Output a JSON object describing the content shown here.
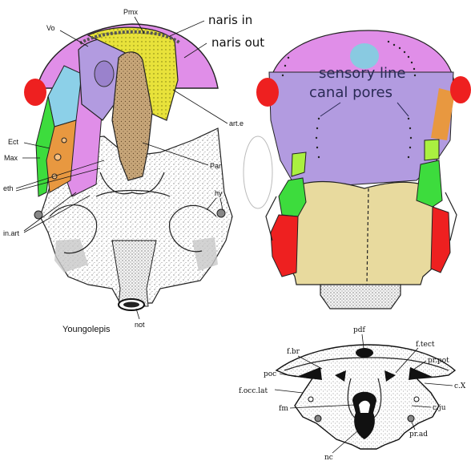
{
  "labels": {
    "left": {
      "pmx": "Pmx",
      "vo": "Vo",
      "ect": "Ect",
      "max": "Max",
      "eth": "eth",
      "in_art": "in.art",
      "art_e": "art.e",
      "par": "Par",
      "hy": "hy",
      "not": "not",
      "species": "Youngolepis"
    },
    "annotations": {
      "naris_in": "naris in",
      "naris_out": "naris out",
      "sensory_line_1": "sensory line",
      "sensory_line_2": "canal pores"
    },
    "bottom": {
      "pdf": "pdf",
      "f_br": "f.br",
      "f_tect": "f.tect",
      "pr_pot": "pr.pot",
      "poc": "poc",
      "c_x": "c.X",
      "f_occ_lat": "f.occ.lat",
      "fm": "fm",
      "c_ju": "c.ju",
      "pr_ad": "pr.ad",
      "nc": "nc"
    }
  },
  "colors": {
    "violet": "#e08ee8",
    "lavender": "#b29be0",
    "yellow": "#e8e23a",
    "tan": "#c8a77a",
    "orange": "#e89840",
    "light_blue": "#8cd0e8",
    "red": "#ee2020",
    "green": "#3ddc3d",
    "light_green": "#aaf040",
    "khaki": "#e8da9e",
    "cyan": "#7fd0e0",
    "gray": "#c8c8c8"
  }
}
